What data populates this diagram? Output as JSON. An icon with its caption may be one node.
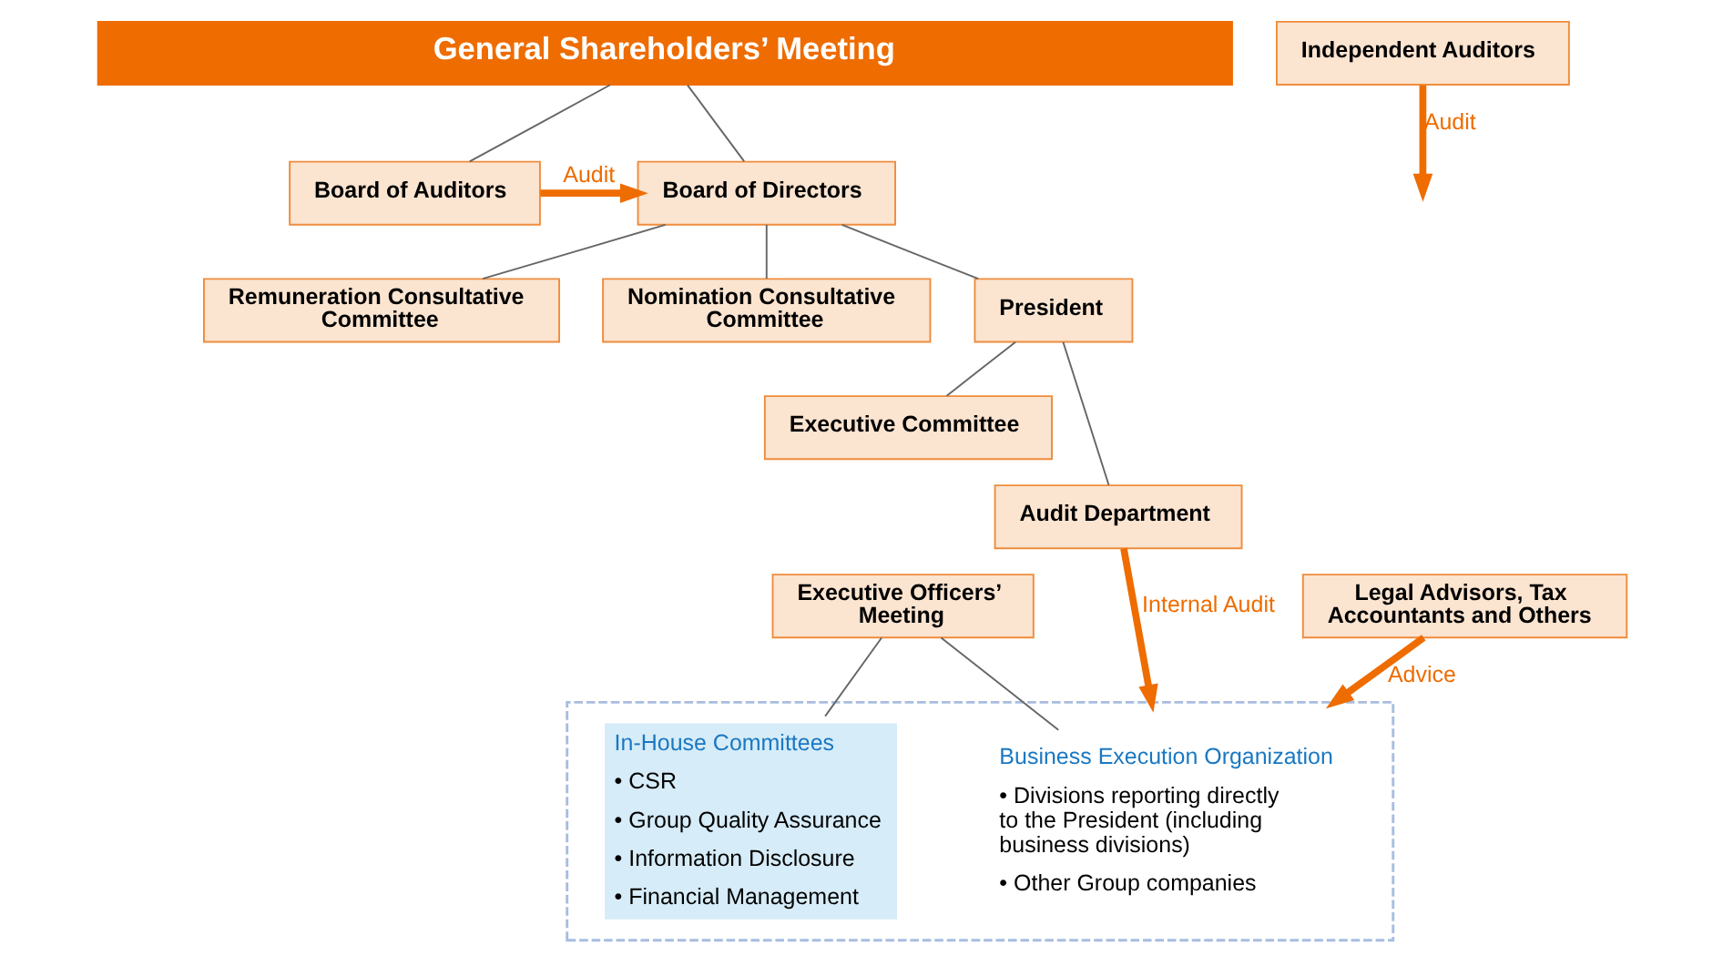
{
  "diagram": {
    "nodes": [
      {
        "text": [
          "General Shareholders’ Meeting"
        ]
      },
      {
        "text": [
          "Board of Auditors"
        ]
      },
      {
        "text": [
          "Board of Directors"
        ]
      },
      {
        "text": [
          "Remuneration Consultative Committee"
        ]
      },
      {
        "text": [
          "Nomination Consultative Committee"
        ]
      },
      {
        "text": [
          "President"
        ]
      },
      {
        "text": [
          "Executive Committee"
        ]
      },
      {
        "text": [
          "Executive Officers’ Meeting"
        ]
      },
      {
        "text": [
          "Independent Auditors"
        ]
      },
      {
        "text": [
          "Audit Department"
        ]
      },
      {
        "text": [],
        "shape": "box"
      },
      {
        "text": [
          "Business Execution Organization",
          "• Divisions reporting directly to the President (including business divisions)",
          "• Other Group companies"
        ],
        "in": 10
      },
      {
        "text": [
          "In-House Committees",
          "• CSR",
          "• Group Quality Assurance",
          "• Information Disclosure",
          "• Financial Management"
        ],
        "in": 10
      },
      {
        "text": [
          "Legal Advisors, Tax Accountants and Others"
        ]
      }
    ],
    "edges": [
      {
        "from": 0,
        "to": 1,
        "arrow": "none"
      },
      {
        "from": 0,
        "to": 2,
        "arrow": "none"
      },
      {
        "from": 1,
        "to": 2,
        "arrow": "to",
        "label": "Audit",
        "style": "thick",
        "color": "#ee6c00"
      },
      {
        "from": 2,
        "to": 3,
        "arrow": "none"
      },
      {
        "from": 2,
        "to": 4,
        "arrow": "none"
      },
      {
        "from": 2,
        "to": 5,
        "arrow": "none"
      },
      {
        "from": 5,
        "to": 6,
        "arrow": "none"
      },
      {
        "from": 5,
        "to": 9,
        "arrow": "none"
      },
      {
        "from": 7,
        "to": 11,
        "arrow": "none"
      },
      {
        "from": 7,
        "to": 12,
        "arrow": "none"
      },
      {
        "from": 8,
        "to": null,
        "arrow": "to",
        "label": "Audit",
        "style": "thick",
        "color": "#ee6c00"
      },
      {
        "from": 9,
        "to": 10,
        "arrow": "to",
        "label": "Internal Audit",
        "style": "thick",
        "color": "#ee6c00"
      },
      {
        "from": 13,
        "to": 10,
        "arrow": "to",
        "label": "Advice",
        "style": "thick",
        "color": "#ee6c00"
      }
    ]
  }
}
